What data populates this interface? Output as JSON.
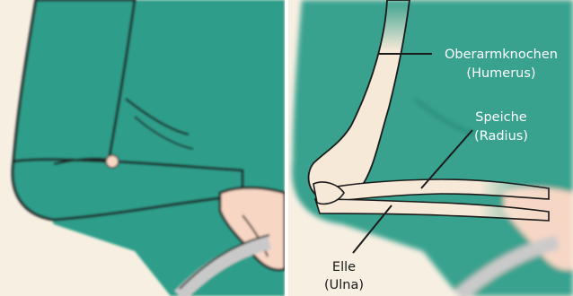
{
  "colors": {
    "background": "#f6efe2",
    "sleeve": "#2e9e8a",
    "sleeve_dark": "#1e7d6c",
    "outline": "#1b1b1b",
    "skin": "#f7d6c4",
    "bone": "#f6e9d8",
    "seat": "#c9c9c9"
  },
  "labels": {
    "humerus_line1": "Oberarmknochen",
    "humerus_line2": "(Humerus)",
    "radius_line1": "Speiche",
    "radius_line2": "(Radius)",
    "ulna_line1": "Elle",
    "ulna_line2": "(Ulna)"
  }
}
